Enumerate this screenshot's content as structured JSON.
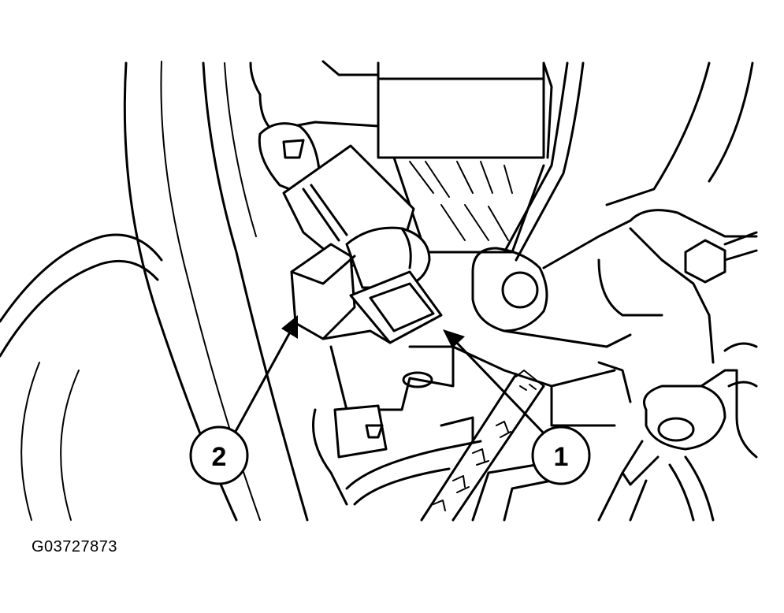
{
  "figure": {
    "id_label": "G03727873"
  },
  "callouts": [
    {
      "number": "1"
    },
    {
      "number": "2"
    }
  ]
}
